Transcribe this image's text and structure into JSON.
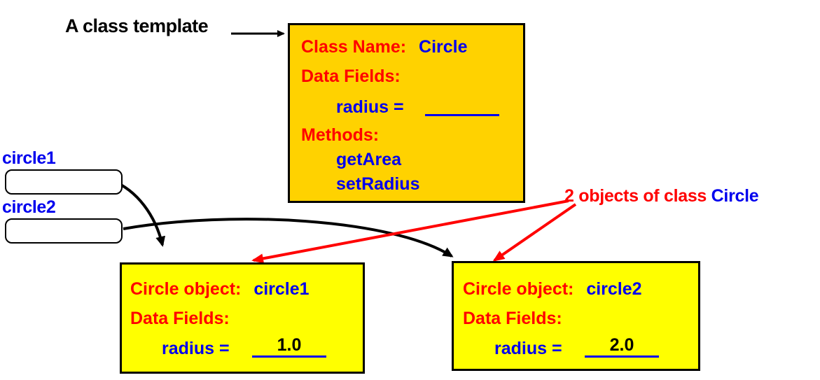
{
  "diagram": {
    "title_annotation": "A class template",
    "objects_annotation": {
      "prefix": "2 objects of class ",
      "class_name": "Circle"
    },
    "colors": {
      "class_box_fill": "#ffd200",
      "object_box_fill": "#ffff00",
      "label_red": "#ff0000",
      "value_blue": "#0000ee",
      "outline_black": "#000000"
    },
    "class_template": {
      "class_name_label": "Class Name:",
      "class_name_value": "Circle",
      "data_fields_label": "Data Fields:",
      "field_name": "radius =",
      "field_value": "",
      "methods_label": "Methods:",
      "methods": [
        "getArea",
        "setRadius"
      ]
    },
    "references": [
      {
        "name": "circle1"
      },
      {
        "name": "circle2"
      }
    ],
    "objects": [
      {
        "header_label": "Circle object:",
        "header_value": "circle1",
        "data_fields_label": "Data Fields:",
        "field_name": "radius =",
        "field_value": "1.0"
      },
      {
        "header_label": "Circle object:",
        "header_value": "circle2",
        "data_fields_label": "Data Fields:",
        "field_name": "radius =",
        "field_value": "2.0"
      }
    ]
  }
}
